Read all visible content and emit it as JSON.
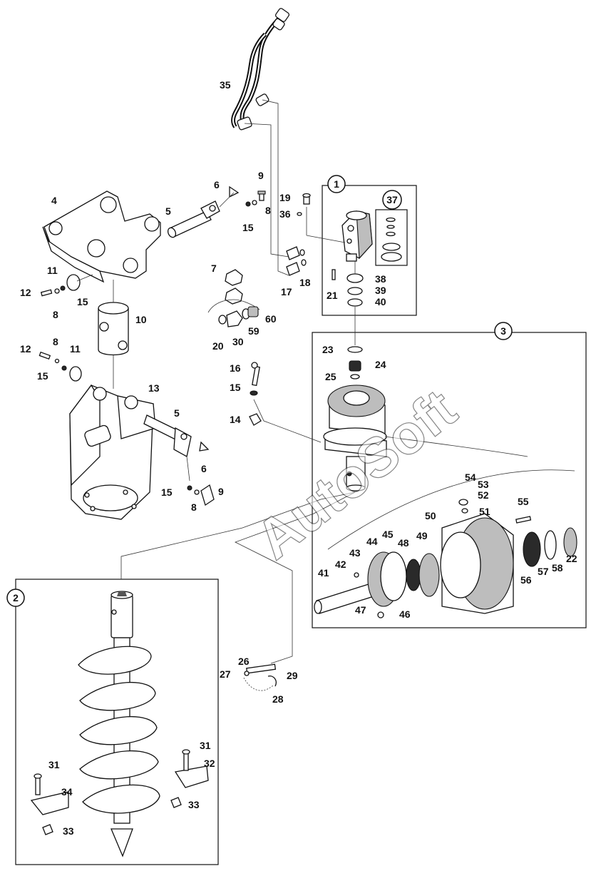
{
  "watermark": "AutoSoft",
  "assembly_markers": [
    {
      "id": "m1",
      "text": "1"
    },
    {
      "id": "m2",
      "text": "2"
    },
    {
      "id": "m3",
      "text": "3"
    },
    {
      "id": "m37",
      "text": "37"
    }
  ],
  "labels": {
    "n35": "35",
    "n9a": "9",
    "n6a": "6",
    "n8a": "8",
    "n5a": "5",
    "n15a": "15",
    "n4": "4",
    "n19": "19",
    "n36": "36",
    "n7": "7",
    "n11a": "11",
    "n12a": "12",
    "n15b": "15",
    "n8b": "8",
    "n10": "10",
    "n60": "60",
    "n59": "59",
    "n20": "20",
    "n30": "30",
    "n17": "17",
    "n18": "18",
    "n21": "21",
    "n38": "38",
    "n39": "39",
    "n40": "40",
    "n23": "23",
    "n24": "24",
    "n25": "25",
    "n8c": "8",
    "n12b": "12",
    "n11b": "11",
    "n15c": "15",
    "n13": "13",
    "n5b": "5",
    "n16": "16",
    "n15d": "15",
    "n14": "14",
    "n6b": "6",
    "n15e": "15",
    "n9b": "9",
    "n8d": "8",
    "n54": "54",
    "n53": "53",
    "n52": "52",
    "n51": "51",
    "n55": "55",
    "n50": "50",
    "n45": "45",
    "n44": "44",
    "n43": "43",
    "n42": "42",
    "n48": "48",
    "n49": "49",
    "n41": "41",
    "n47": "47",
    "n46": "46",
    "n56": "56",
    "n57": "57",
    "n58": "58",
    "n22": "22",
    "n26": "26",
    "n27": "27",
    "n29": "29",
    "n28": "28",
    "n31a": "31",
    "n31b": "31",
    "n32": "32",
    "n34": "34",
    "n33a": "33",
    "n33b": "33"
  }
}
